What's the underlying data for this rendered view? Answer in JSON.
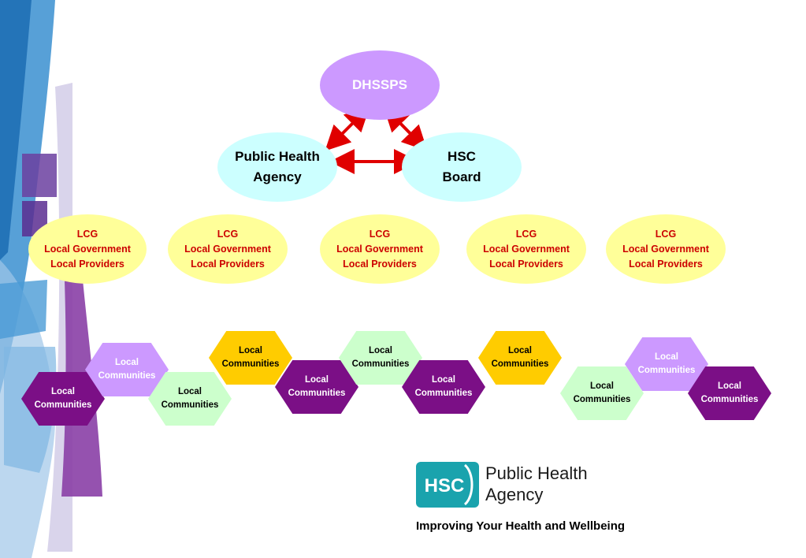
{
  "diagram": {
    "top": {
      "label": "DHSSPS"
    },
    "middle": [
      {
        "line1": "Public Health",
        "line2": "Agency"
      },
      {
        "line1": "HSC",
        "line2": "Board"
      }
    ],
    "lcg_nodes": [
      {
        "line1": "LCG",
        "line2": "Local Government",
        "line3": "Local Providers"
      },
      {
        "line1": "LCG",
        "line2": "Local Government",
        "line3": "Local Providers"
      },
      {
        "line1": "LCG",
        "line2": "Local Government",
        "line3": "Local Providers"
      },
      {
        "line1": "LCG",
        "line2": "Local Government",
        "line3": "Local Providers"
      },
      {
        "line1": "LCG",
        "line2": "Local Government",
        "line3": "Local Providers"
      }
    ],
    "communities": [
      {
        "line1": "Local",
        "line2": "Communities",
        "color": "purple-dark"
      },
      {
        "line1": "Local",
        "line2": "Communities",
        "color": "purple-light"
      },
      {
        "line1": "Local",
        "line2": "Communities",
        "color": "green"
      },
      {
        "line1": "Local",
        "line2": "Communities",
        "color": "gold"
      },
      {
        "line1": "Local",
        "line2": "Communities",
        "color": "purple-dark"
      },
      {
        "line1": "Local",
        "line2": "Communities",
        "color": "green"
      },
      {
        "line1": "Local",
        "line2": "Communities",
        "color": "purple-dark"
      },
      {
        "line1": "Local",
        "line2": "Communities",
        "color": "gold"
      },
      {
        "line1": "Local",
        "line2": "Communities",
        "color": "green"
      },
      {
        "line1": "Local",
        "line2": "Communities",
        "color": "purple-light"
      },
      {
        "line1": "Local",
        "line2": "Communities",
        "color": "purple-dark"
      }
    ]
  },
  "logo": {
    "badge_text": "HSC",
    "name_line1": "Public Health",
    "name_line2": "Agency",
    "tagline": "Improving Your Health and Wellbeing"
  },
  "colors": {
    "arrow": "#e00000",
    "top_node": "#cc99ff",
    "middle_node": "#ccffff",
    "lcg_node": "#ffff99",
    "lcg_text": "#cc0000",
    "hex_purple_dark": "#7b0f86",
    "hex_purple_light": "#cc99ff",
    "hex_green": "#ccffcc",
    "hex_gold": "#ffcc00",
    "logo_teal": "#1aa3ad"
  }
}
